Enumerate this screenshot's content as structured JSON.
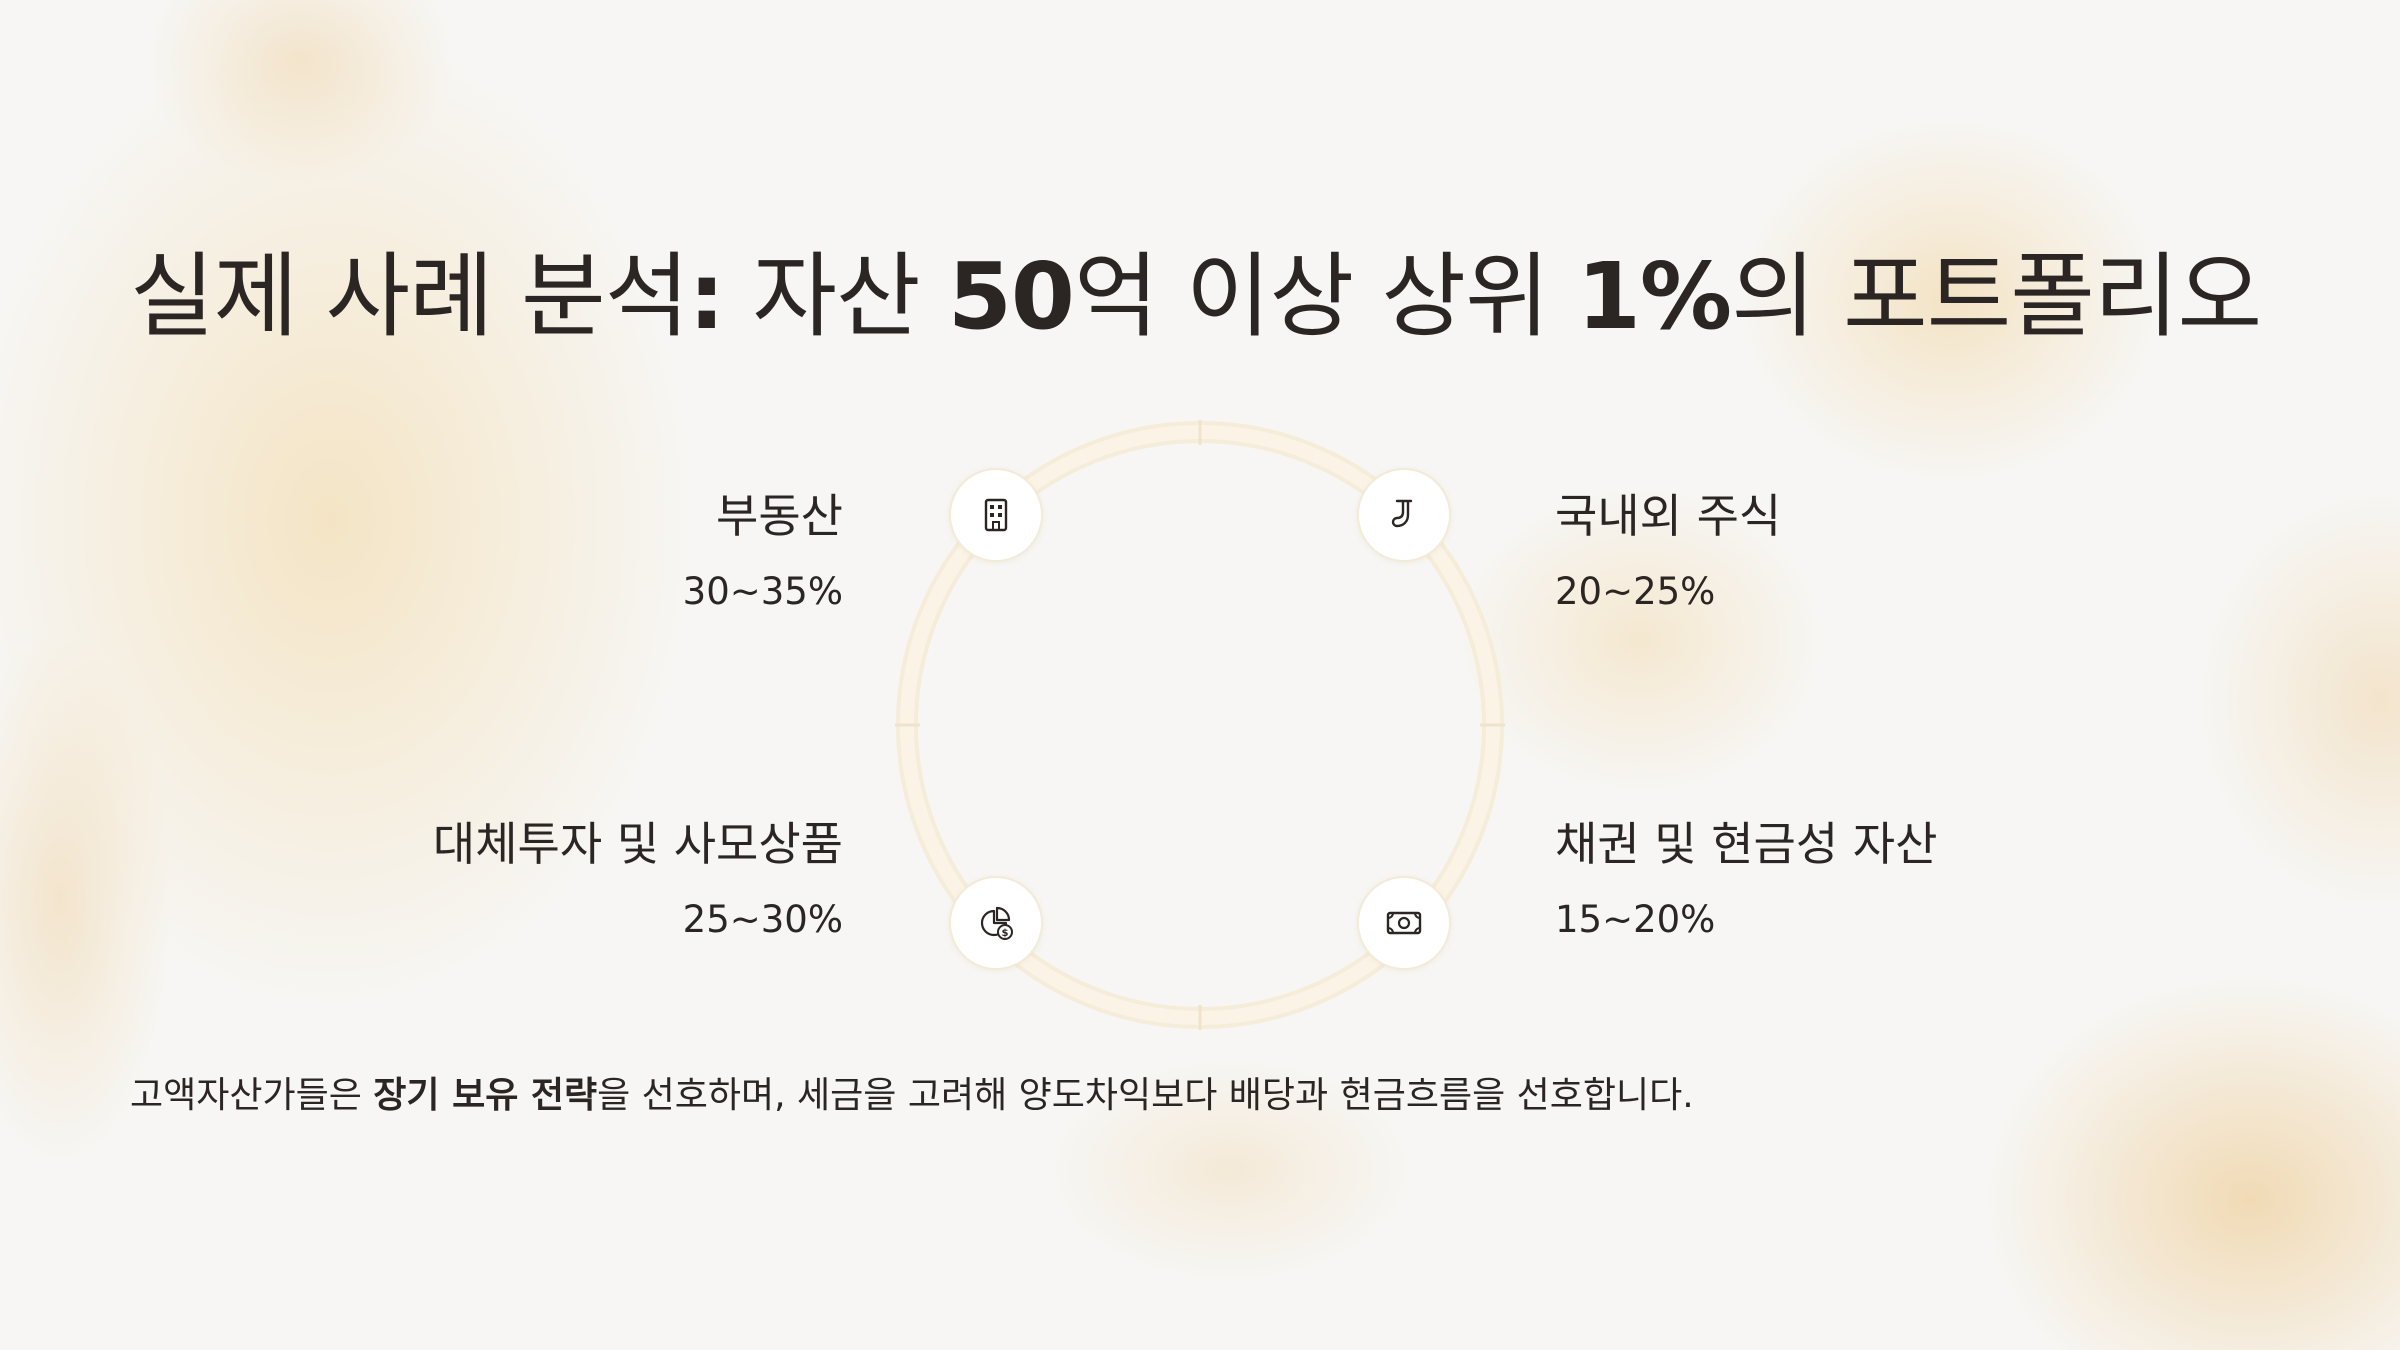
{
  "title": {
    "part1": "실제 사례 분석",
    "colon": ":",
    "part2": " 자산 ",
    "num50": "50",
    "part3": "억 이상 상위 ",
    "num1": "1%",
    "part4": "의 포트폴리오"
  },
  "segments": [
    {
      "label": "부동산",
      "range": "30~35%",
      "icon": "building-icon"
    },
    {
      "label": "국내외 주식",
      "range": "20~25%",
      "icon": "stock-chart-icon"
    },
    {
      "label": "대체투자 및 사모상품",
      "range": "25~30%",
      "icon": "pie-chart-dollar-icon"
    },
    {
      "label": "채권 및 현금성 자산",
      "range": "15~20%",
      "icon": "banknote-icon"
    }
  ],
  "footer": {
    "before": "고액자산가들은 ",
    "bold": "장기 보유 전략",
    "after": "을 선호하며, 세금을 고려해 양도차익보다 배당과 현금흐름을 선호합니다."
  },
  "colors": {
    "text": "#2b2623",
    "ring": "#f5ecd9",
    "ring_highlight": "#fbf4e6",
    "background": "#f7f6f4"
  }
}
